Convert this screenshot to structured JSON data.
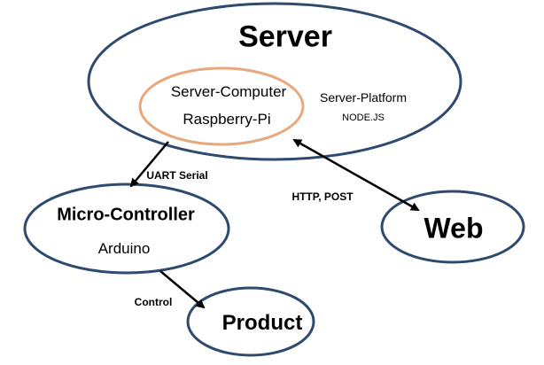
{
  "server": {
    "title": "Server",
    "computer_title": "Server-Computer",
    "computer_subtitle": "Raspberry-Pi",
    "platform_title": "Server-Platform",
    "platform_subtitle": "NODE.JS"
  },
  "micro_controller": {
    "title": "Micro-Controller",
    "subtitle": "Arduino"
  },
  "web": {
    "title": "Web"
  },
  "product": {
    "title": "Product"
  },
  "edges": {
    "uart": "UART Serial",
    "http": "HTTP, POST",
    "control": "Control"
  },
  "colors": {
    "ellipse_stroke": "#2e4a6e",
    "inner_stroke": "#e8a87c",
    "arrow": "#000000"
  }
}
